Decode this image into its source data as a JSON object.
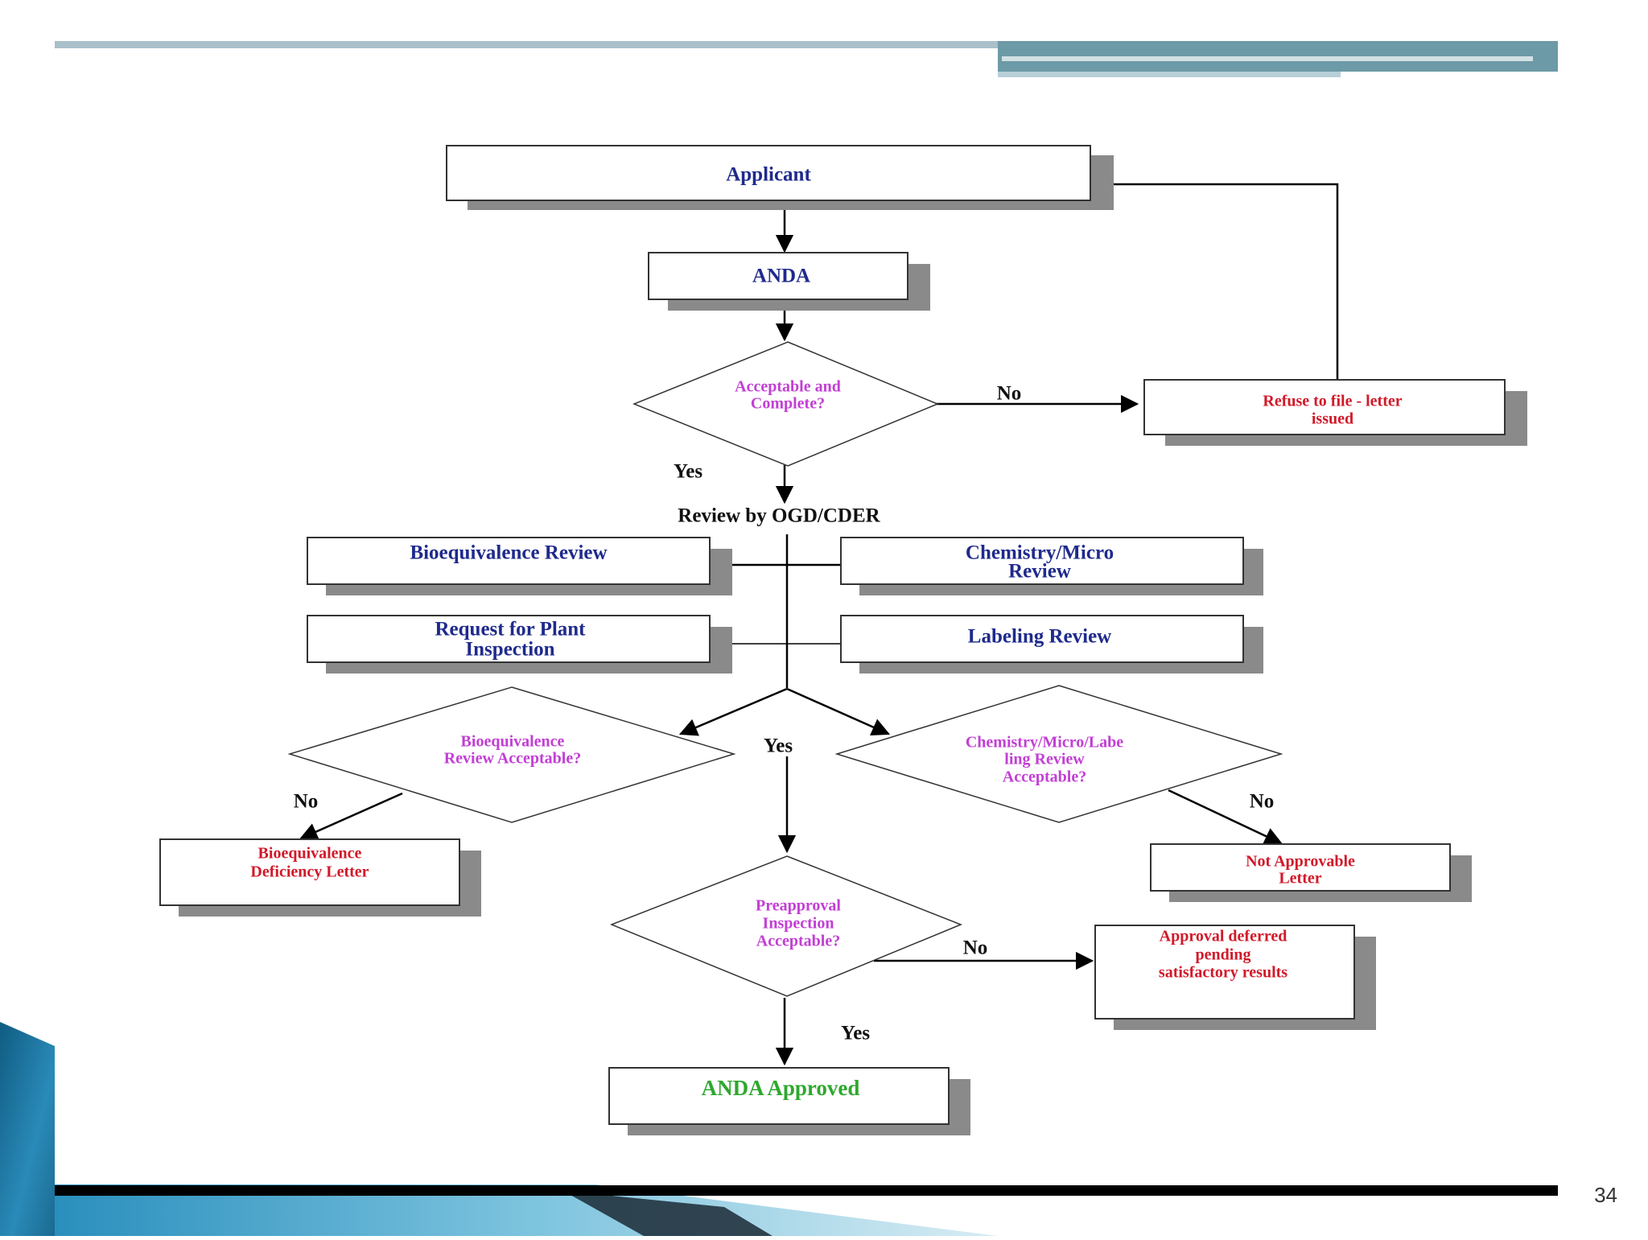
{
  "slide_number": "34",
  "colors": {
    "box_label": "#1f2a8c",
    "question": "#c23fd4",
    "negative": "#d11a2a",
    "approved": "#2ea82e",
    "connector": "#000000",
    "shadow": "#8a8a8a",
    "top_bar": "#a9bfc9",
    "top_bar_accent": "#6c9aa6",
    "bottom_bar": "#000000",
    "corner_accent": "#1d6f96"
  },
  "flowchart": {
    "applicant": "Applicant",
    "anda": "ANDA",
    "acceptable_complete": [
      "Acceptable and",
      "Complete?"
    ],
    "refuse_letter": [
      "Refuse to file - letter",
      "issued"
    ],
    "review_heading": "Review by OGD/CDER",
    "bioequivalence_review": "Bioequivalence Review",
    "chemistry_micro_review": [
      "Chemistry/Micro",
      "Review"
    ],
    "plant_inspection_request": [
      "Request for Plant",
      "Inspection"
    ],
    "labeling_review": "Labeling Review",
    "bio_review_acceptable": [
      "Bioequivalence",
      "Review Acceptable?"
    ],
    "chem_label_acceptable": [
      "Chemistry/Micro/Labe",
      "ling Review",
      "Acceptable?"
    ],
    "bio_deficiency_letter": [
      "Bioequivalence",
      "Deficiency Letter"
    ],
    "not_approvable_letter": [
      "Not Approvable",
      "Letter"
    ],
    "preapproval_inspection": [
      "Preapproval",
      "Inspection",
      "Acceptable?"
    ],
    "approval_deferred": [
      "Approval deferred",
      "pending",
      "satisfactory results"
    ],
    "anda_approved": "ANDA Approved",
    "edge_labels": {
      "no_acceptable": "No",
      "yes_acceptable": "Yes",
      "yes_reviews": "Yes",
      "no_bio": "No",
      "no_chem": "No",
      "no_preapproval": "No",
      "yes_preapproval": "Yes"
    }
  }
}
